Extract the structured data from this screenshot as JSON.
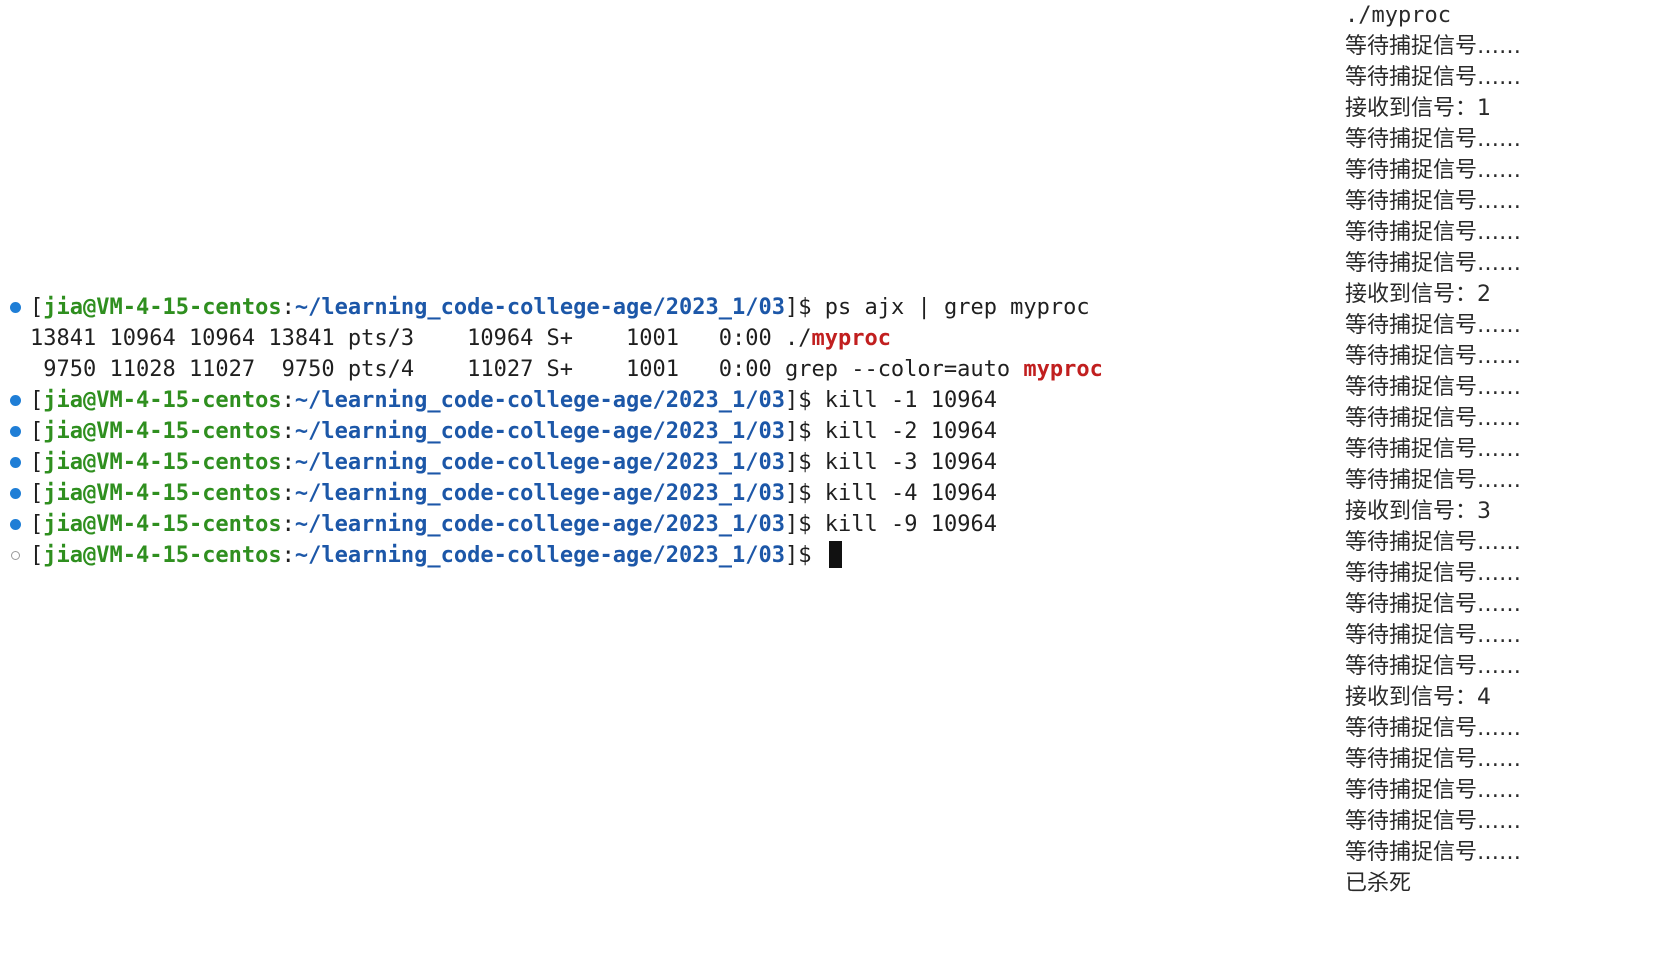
{
  "terminal": {
    "prompt": {
      "open": "[",
      "user_host": "jia@VM-4-15-centos",
      "sep": ":",
      "path": "~/learning_code-college-age/2023_1/03",
      "close": "]$ "
    },
    "lines": [
      {
        "type": "cmd",
        "status": "success",
        "command": "ps ajx | grep myproc"
      },
      {
        "type": "out",
        "prefix": "13841 10964 10964 13841 pts/3    10964 S+    1001   0:00 ./",
        "highlight": "myproc"
      },
      {
        "type": "out",
        "prefix": " 9750 11028 11027  9750 pts/4    11027 S+    1001   0:00 grep --color=auto ",
        "highlight": "myproc"
      },
      {
        "type": "cmd",
        "status": "success",
        "command": "kill -1 10964"
      },
      {
        "type": "cmd",
        "status": "success",
        "command": "kill -2 10964"
      },
      {
        "type": "cmd",
        "status": "success",
        "command": "kill -3 10964"
      },
      {
        "type": "cmd",
        "status": "success",
        "command": "kill -4 10964"
      },
      {
        "type": "cmd",
        "status": "success",
        "command": "kill -9 10964"
      },
      {
        "type": "cmd",
        "status": "pending",
        "command": ""
      }
    ],
    "colors": {
      "user_host": "#2f8f1f",
      "path": "#1c57a8",
      "highlight": "#c11f1f",
      "decorator_success": "#1f7ed6"
    }
  },
  "program_output": {
    "lines": [
      "./myproc",
      "等待捕捉信号……",
      "等待捕捉信号……",
      "接收到信号：1",
      "等待捕捉信号……",
      "等待捕捉信号……",
      "等待捕捉信号……",
      "等待捕捉信号……",
      "等待捕捉信号……",
      "接收到信号：2",
      "等待捕捉信号……",
      "等待捕捉信号……",
      "等待捕捉信号……",
      "等待捕捉信号……",
      "等待捕捉信号……",
      "等待捕捉信号……",
      "接收到信号：3",
      "等待捕捉信号……",
      "等待捕捉信号……",
      "等待捕捉信号……",
      "等待捕捉信号……",
      "等待捕捉信号……",
      "接收到信号：4",
      "等待捕捉信号……",
      "等待捕捉信号……",
      "等待捕捉信号……",
      "等待捕捉信号……",
      "等待捕捉信号……",
      "已杀死"
    ]
  }
}
